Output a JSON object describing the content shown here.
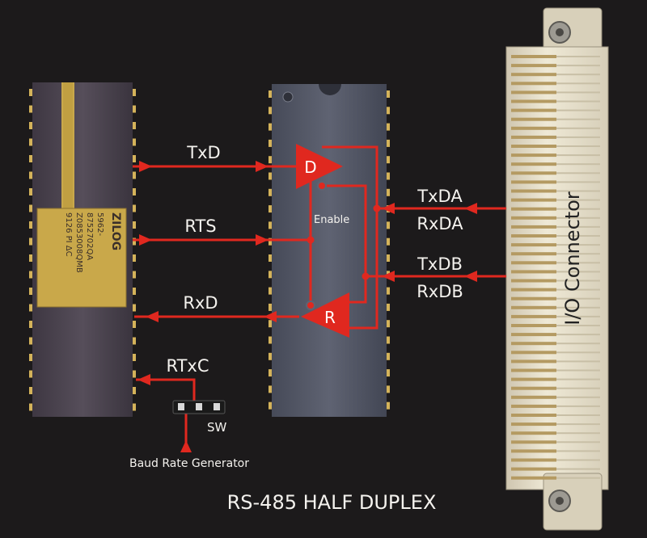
{
  "title": "RS-485 HALF DUPLEX",
  "colors": {
    "background": "#1c1a1b",
    "wire": "#e0281f",
    "label": "#f4f2ee",
    "chip_body": "#4d4652",
    "chip_body2": "#5a5e6c",
    "gold": "#c9a84a",
    "connector": "#e8e1cc"
  },
  "uart_chip": {
    "brand": "ZILOG",
    "marking_lines": [
      "5962-",
      "8752702QA",
      "Z0853008QMB",
      "9126 PI ΔC"
    ]
  },
  "transceiver_chip": {
    "driver_label": "D",
    "receiver_label": "R",
    "enable_label": "Enable"
  },
  "signals": {
    "txd": "TxD",
    "rts": "RTS",
    "rxd": "RxD",
    "rtxc": "RTxC",
    "txda": "TxDA",
    "rxda": "RxDA",
    "txdb": "TxDB",
    "rxdb": "RxDB"
  },
  "jumper": {
    "label": "SW",
    "source_label": "Baud Rate Generator"
  },
  "connector": {
    "label": "I/O Connector"
  }
}
